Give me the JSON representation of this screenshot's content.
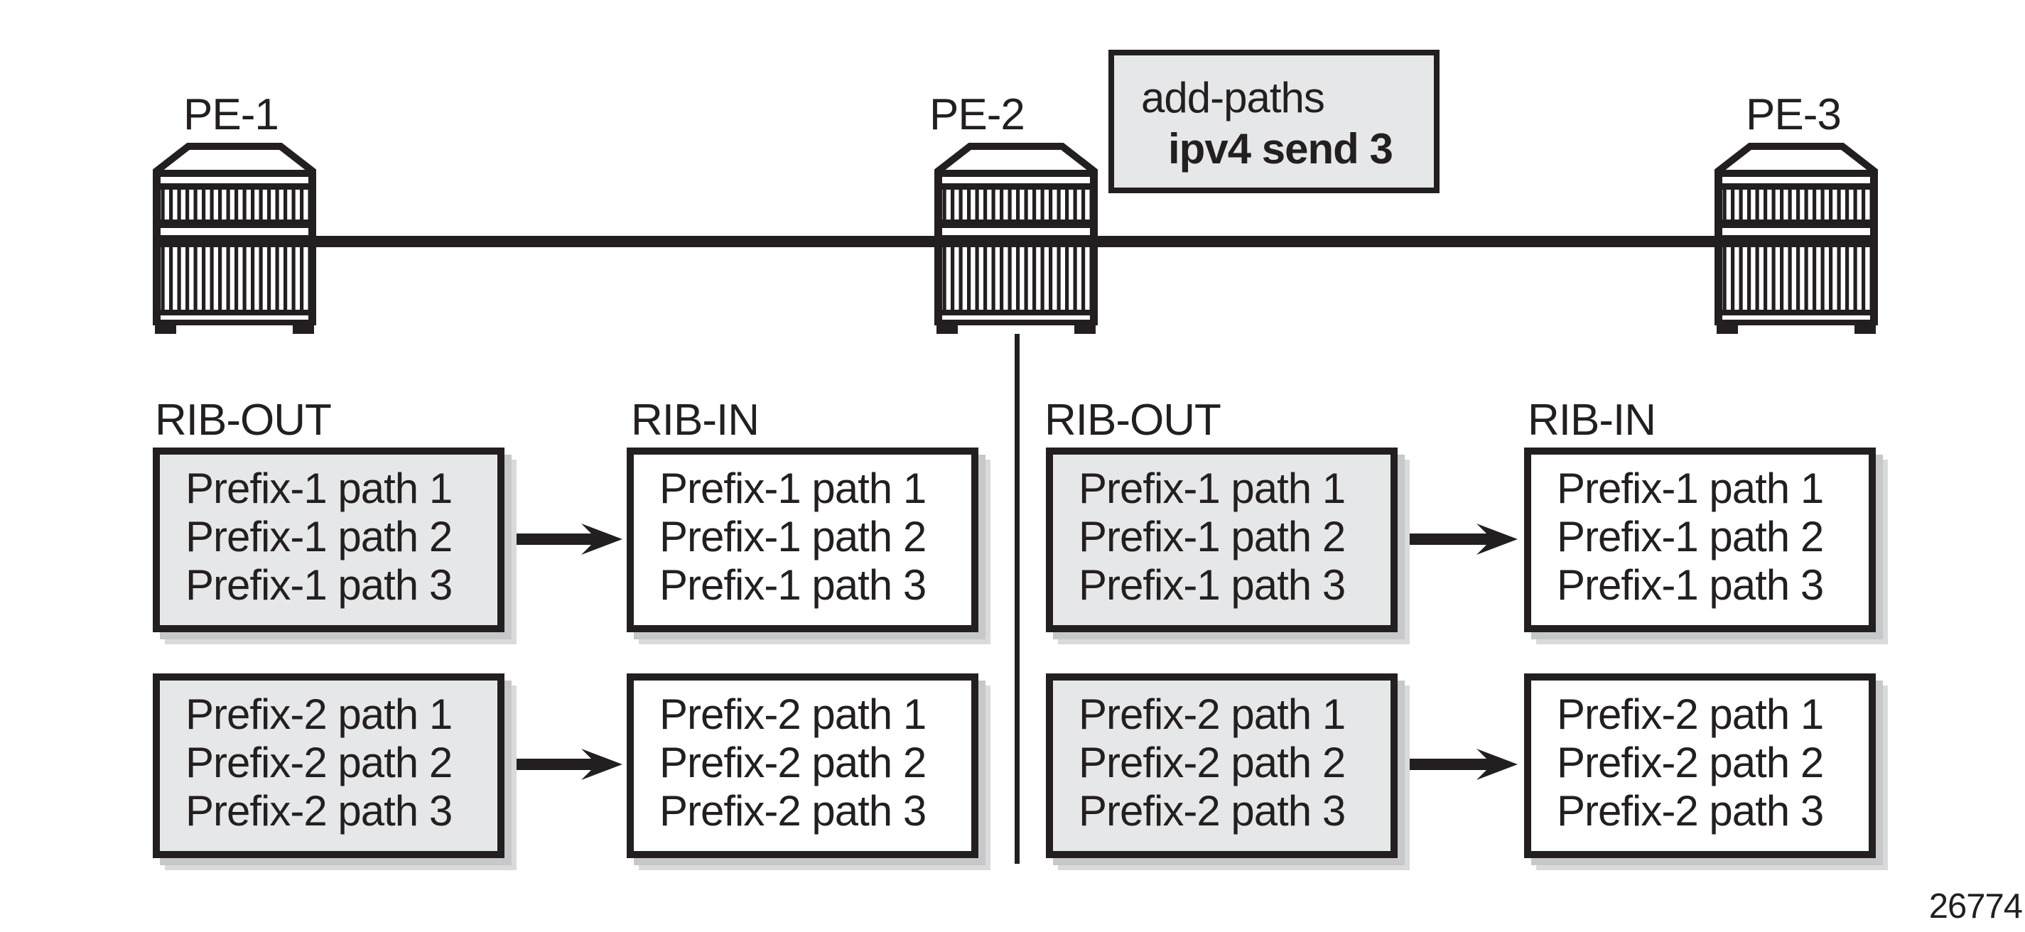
{
  "routers": [
    {
      "label": "PE-1"
    },
    {
      "label": "PE-2"
    },
    {
      "label": "PE-3"
    }
  ],
  "note": {
    "line1": "add-paths",
    "line2": "ipv4 send 3"
  },
  "left": {
    "out_label": "RIB-OUT",
    "in_label": "RIB-IN",
    "row1": {
      "out": [
        "Prefix-1 path 1",
        "Prefix-1 path 2",
        "Prefix-1 path 3"
      ],
      "in": [
        "Prefix-1 path 1",
        "Prefix-1 path 2",
        "Prefix-1 path 3"
      ]
    },
    "row2": {
      "out": [
        "Prefix-2 path 1",
        "Prefix-2 path 2",
        "Prefix-2 path 3"
      ],
      "in": [
        "Prefix-2 path 1",
        "Prefix-2 path 2",
        "Prefix-2 path 3"
      ]
    }
  },
  "right": {
    "out_label": "RIB-OUT",
    "in_label": "RIB-IN",
    "row1": {
      "out": [
        "Prefix-1 path 1",
        "Prefix-1 path 2",
        "Prefix-1 path 3"
      ],
      "in": [
        "Prefix-1 path 1",
        "Prefix-1 path 2",
        "Prefix-1 path 3"
      ]
    },
    "row2": {
      "out": [
        "Prefix-2 path 1",
        "Prefix-2 path 2",
        "Prefix-2 path 3"
      ],
      "in": [
        "Prefix-2 path 1",
        "Prefix-2 path 2",
        "Prefix-2 path 3"
      ]
    }
  },
  "figure_number": "26774",
  "colors": {
    "ink": "#231f20",
    "box_fill_gray": "#e6e7e8",
    "box_fill_white": "#ffffff",
    "shadow_inner": "#c6c8ca",
    "shadow_outer": "#d9dadb"
  }
}
